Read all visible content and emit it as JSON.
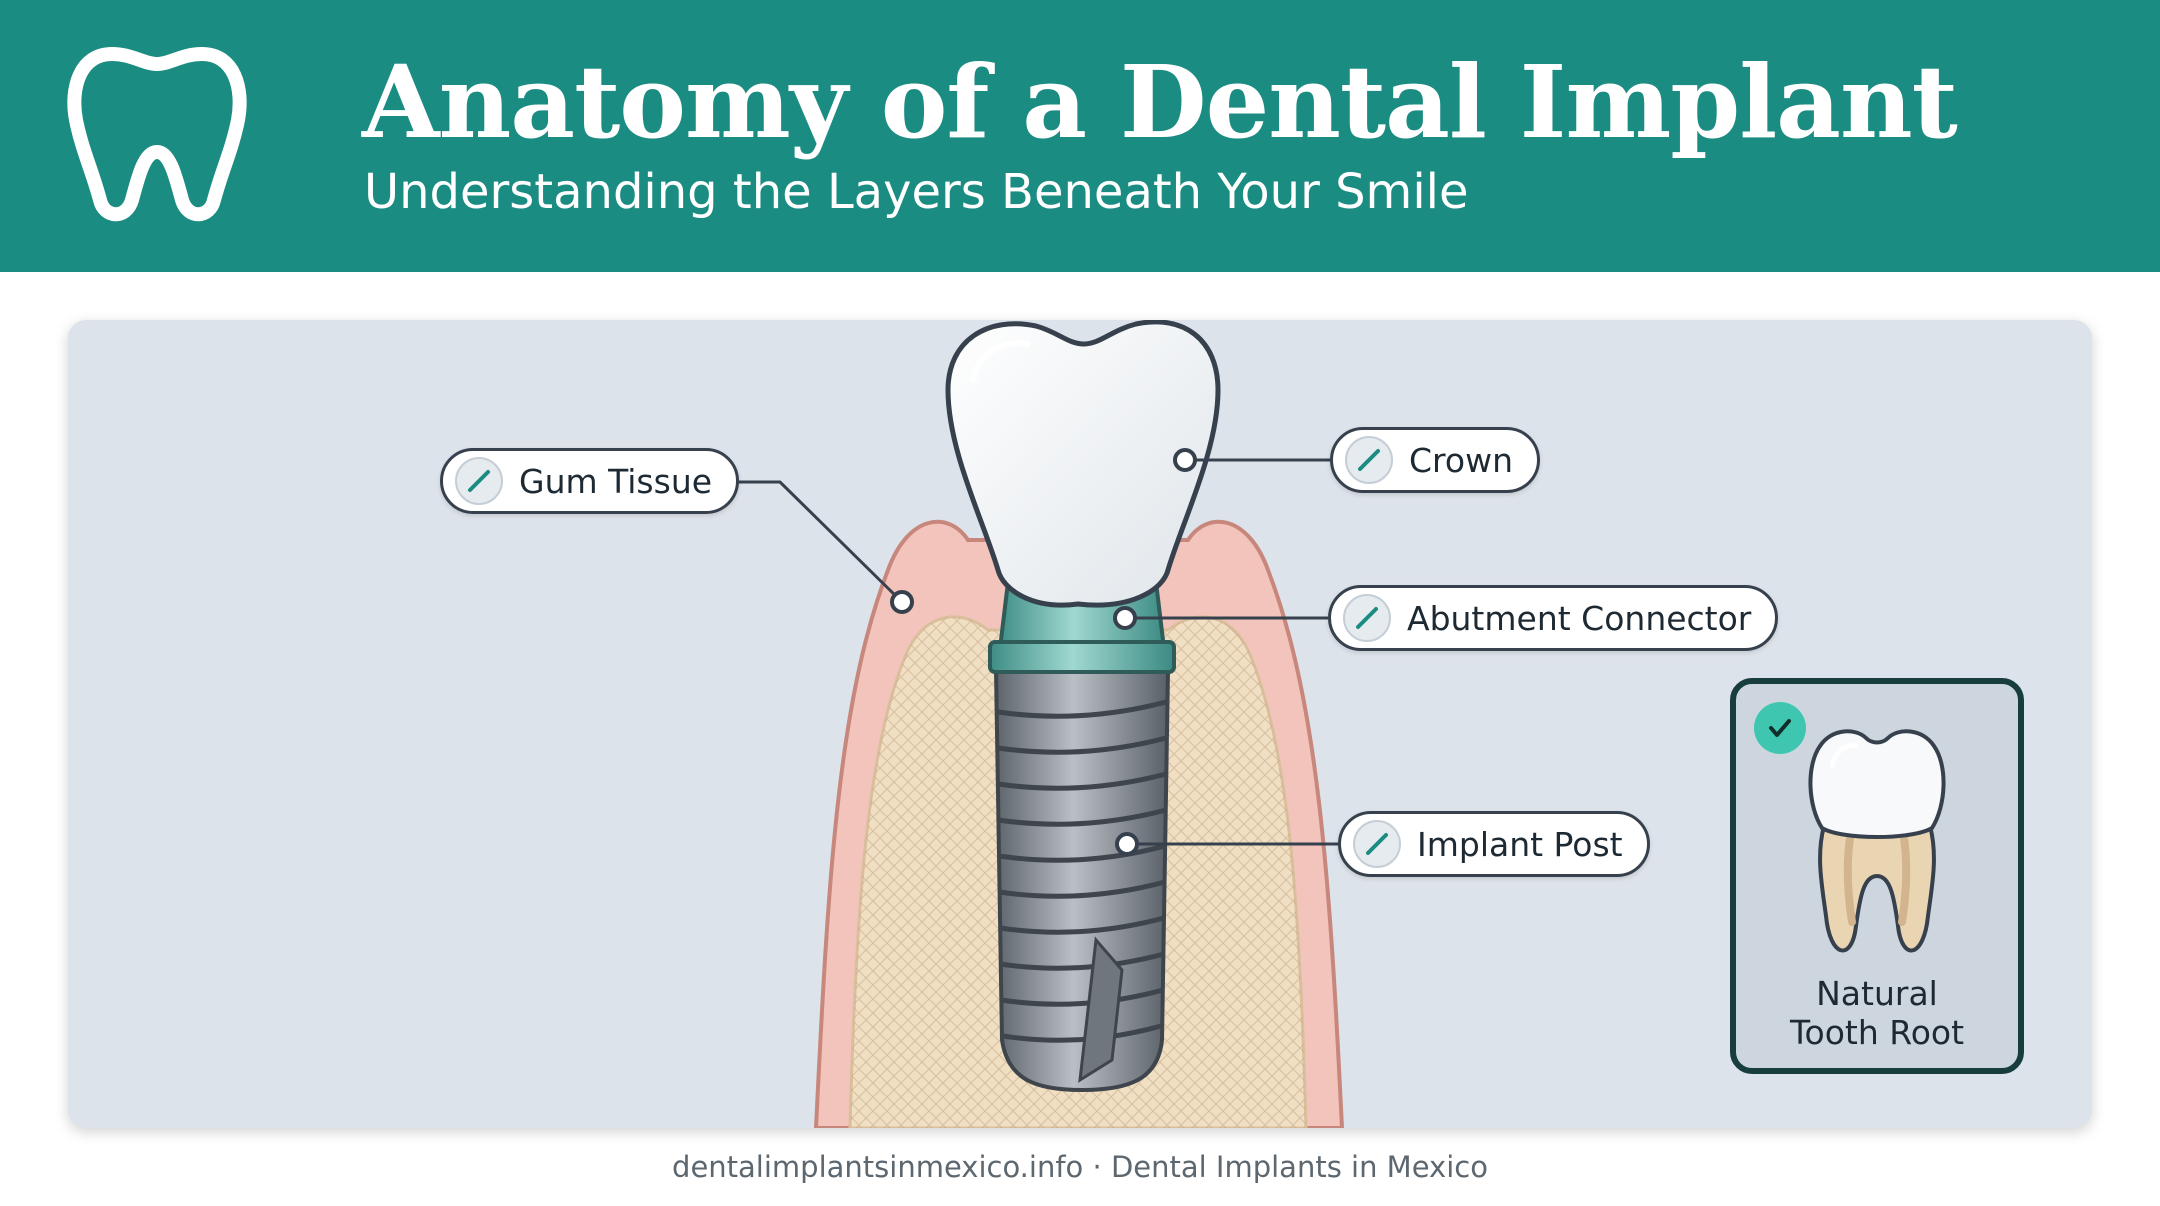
{
  "header": {
    "title": "Anatomy of a Dental Implant",
    "subtitle": "Understanding the Layers Beneath Your Smile",
    "logo_icon": "tooth-outline-icon",
    "background_color": "#1b8c82"
  },
  "diagram": {
    "labels": {
      "gum": "Gum Tissue",
      "crown": "Crown",
      "abutment": "Abutment Connector",
      "post": "Implant Post"
    },
    "label_icon": "pencil-stroke-icon",
    "colors": {
      "gum": "#f2c4bb",
      "bone": "#f0dfc2",
      "abutment": "#5fb3aa",
      "implant": "#8d949b",
      "crown": "#ffffff",
      "outline": "#36414d"
    }
  },
  "comparison_card": {
    "caption_line1": "Natural",
    "caption_line2": "Tooth Root",
    "check_icon": "checkmark-icon",
    "accent_color": "#3fc6b0"
  },
  "footer": {
    "text": "dentalimplantsinmexico.info · Dental Implants in Mexico"
  }
}
